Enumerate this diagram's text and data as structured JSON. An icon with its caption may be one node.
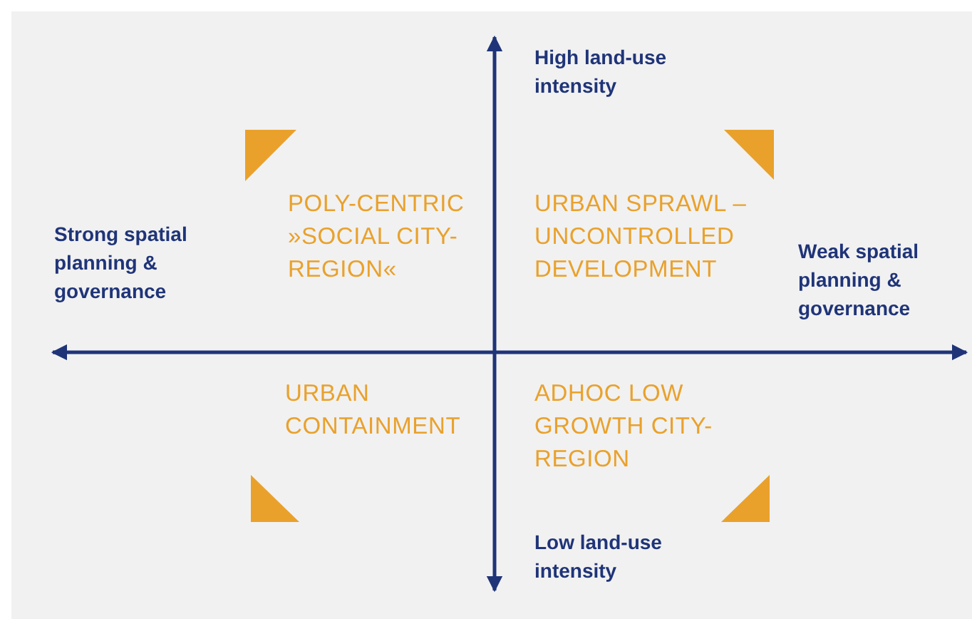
{
  "diagram": {
    "labels": [
      "High land-use intensity",
      "POLY-CENTRIC »SOCIAL CITY-REGION«",
      "URBAN SPRAWL – UNCONTROLLED DEVELOPMENT",
      "Strong spatial planning & governance",
      "Weak spatial planning & governance",
      "URBAN CONTAINMENT",
      "ADHOC LOW GROWTH CITY-REGION",
      "Low land-use intensity"
    ]
  }
}
